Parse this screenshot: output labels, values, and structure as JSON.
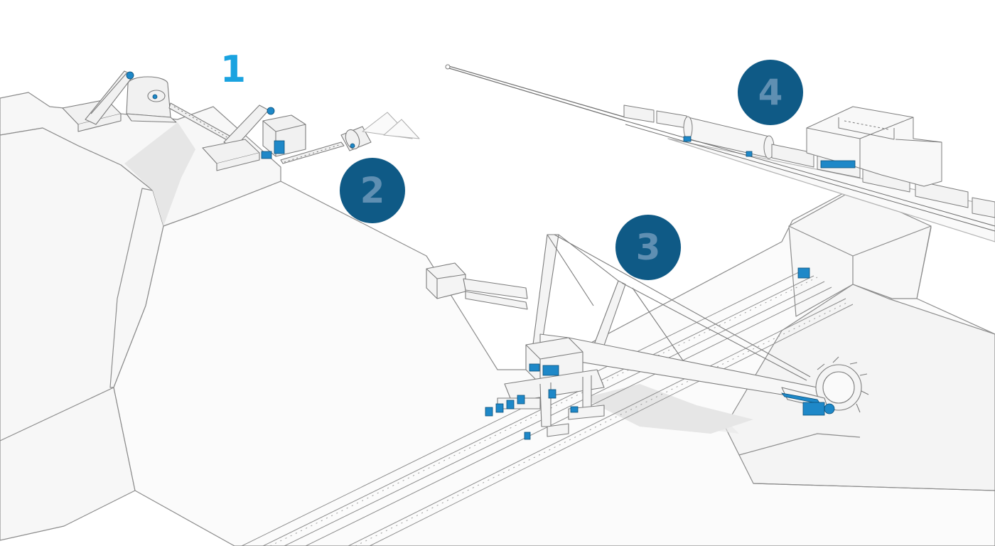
{
  "stations": [
    {
      "number": "1",
      "style": "text",
      "color": "#1aa3e0"
    },
    {
      "number": "2",
      "style": "circle",
      "color": "#0f5a86",
      "text_color": "#5f8fb2"
    },
    {
      "number": "3",
      "style": "circle",
      "color": "#0f5a86",
      "text_color": "#5f8fb2"
    },
    {
      "number": "4",
      "style": "circle",
      "color": "#0f5a86",
      "text_color": "#5f8fb2"
    }
  ],
  "colors": {
    "background": "#ffffff",
    "terrain_fill": "#f5f5f5",
    "outline": "#8a8a8a",
    "shadow": "#e2e2e2",
    "motor_accent": "#1e88c8",
    "badge": "#0f5a86"
  },
  "icons": {
    "crusher": "crusher-icon",
    "conveyor": "conveyor-icon",
    "mill": "ball-mill-icon",
    "excavator": "bucket-wheel-excavator-icon",
    "train": "train-wagons-icon",
    "building": "factory-building-icon"
  }
}
